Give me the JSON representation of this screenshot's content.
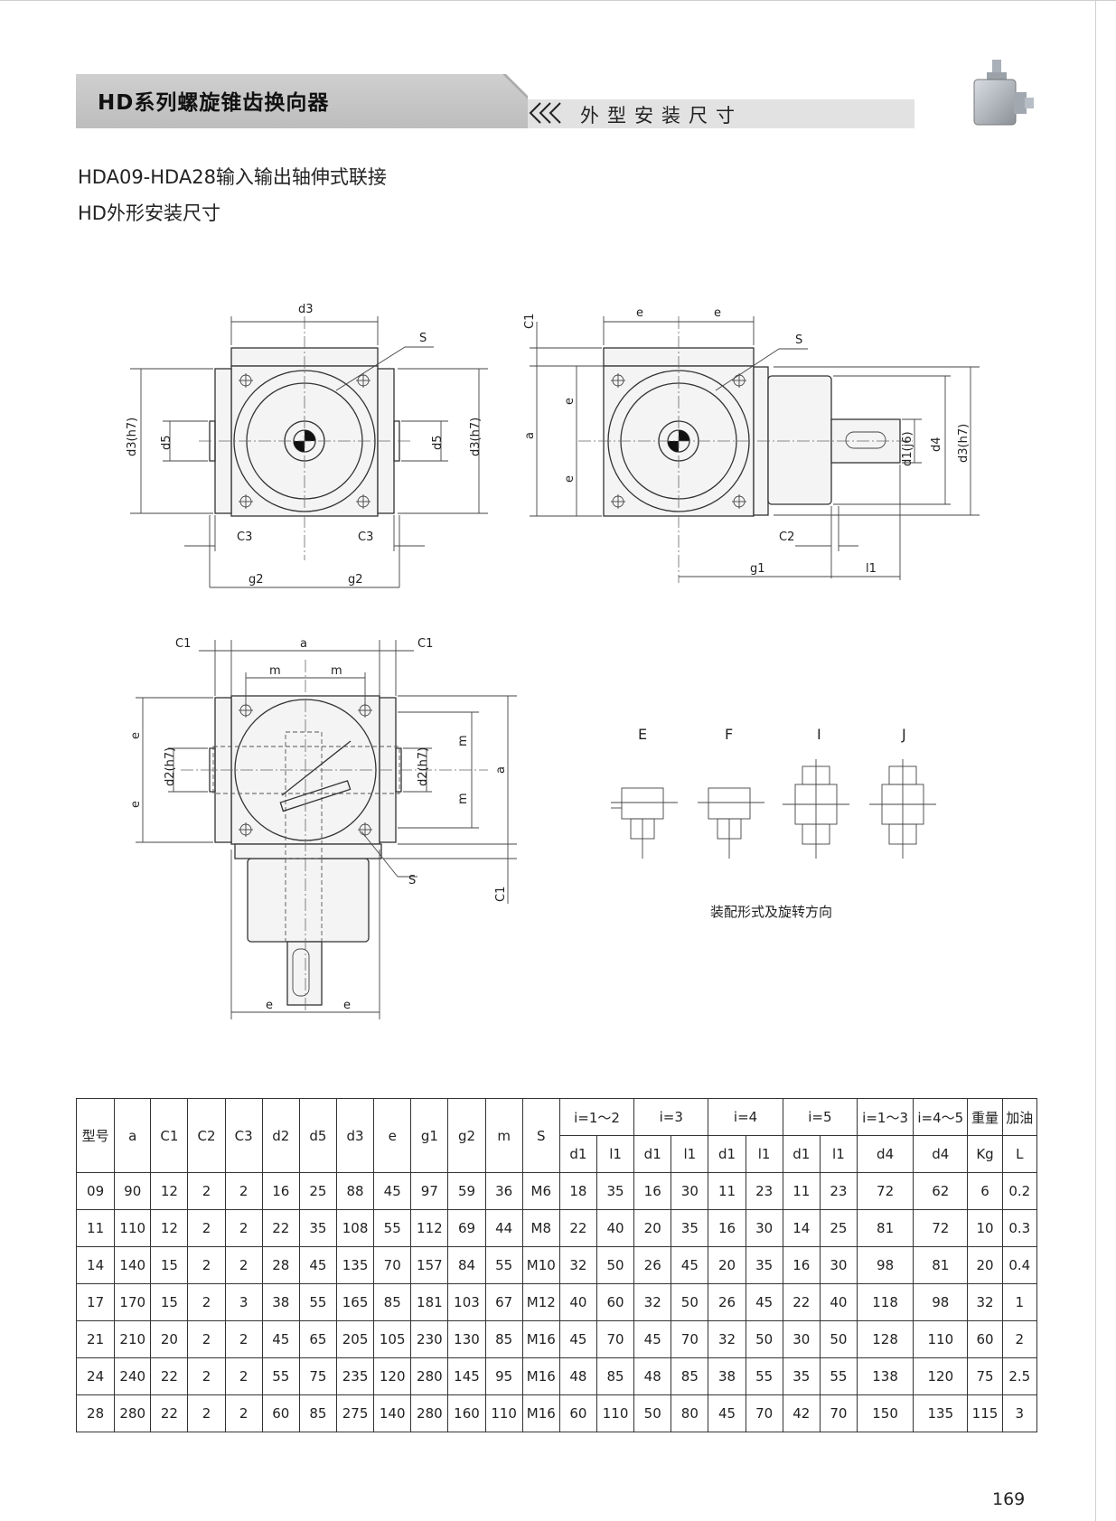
{
  "header": {
    "series_title": "HD系列螺旋锥齿换向器",
    "section_title": "外型安装尺寸"
  },
  "subtitle": {
    "line1": "HDA09-HDA28输入输出轴伸式联接",
    "line2": "HD外形安装尺寸"
  },
  "drawing_labels": {
    "d3": "d3",
    "d3h7": "d3(h7)",
    "d5": "d5",
    "S": "S",
    "C3": "C3",
    "g2": "g2",
    "C1": "C1",
    "e": "e",
    "a": "a",
    "d1j6": "d1(j6)",
    "d4": "d4",
    "C2": "C2",
    "g1": "g1",
    "l1": "l1",
    "m": "m",
    "d2h7": "d2(h7)"
  },
  "mounting": {
    "labels": [
      "E",
      "F",
      "I",
      "J"
    ],
    "caption": "装配形式及旋转方向"
  },
  "table": {
    "header_row1": [
      "型号",
      "a",
      "C1",
      "C2",
      "C3",
      "d2",
      "d5",
      "d3",
      "e",
      "g1",
      "g2",
      "m",
      "S",
      "i=1～2",
      "i=3",
      "i=4",
      "i=5",
      "i=1～3",
      "i=4～5",
      "重量",
      "加油"
    ],
    "header_row2": [
      "d1",
      "l1",
      "d1",
      "l1",
      "d1",
      "l1",
      "d1",
      "l1",
      "d4",
      "d4",
      "Kg",
      "L"
    ],
    "rows": [
      [
        "09",
        "90",
        "12",
        "2",
        "2",
        "16",
        "25",
        "88",
        "45",
        "97",
        "59",
        "36",
        "M6",
        "18",
        "35",
        "16",
        "30",
        "11",
        "23",
        "11",
        "23",
        "72",
        "62",
        "6",
        "0.2"
      ],
      [
        "11",
        "110",
        "12",
        "2",
        "2",
        "22",
        "35",
        "108",
        "55",
        "112",
        "69",
        "44",
        "M8",
        "22",
        "40",
        "20",
        "35",
        "16",
        "30",
        "14",
        "25",
        "81",
        "72",
        "10",
        "0.3"
      ],
      [
        "14",
        "140",
        "15",
        "2",
        "2",
        "28",
        "45",
        "135",
        "70",
        "157",
        "84",
        "55",
        "M10",
        "32",
        "50",
        "26",
        "45",
        "20",
        "35",
        "16",
        "30",
        "98",
        "81",
        "20",
        "0.4"
      ],
      [
        "17",
        "170",
        "15",
        "2",
        "3",
        "38",
        "55",
        "165",
        "85",
        "181",
        "103",
        "67",
        "M12",
        "40",
        "60",
        "32",
        "50",
        "26",
        "45",
        "22",
        "40",
        "118",
        "98",
        "32",
        "1"
      ],
      [
        "21",
        "210",
        "20",
        "2",
        "2",
        "45",
        "65",
        "205",
        "105",
        "230",
        "130",
        "85",
        "M16",
        "45",
        "70",
        "45",
        "70",
        "32",
        "50",
        "30",
        "50",
        "128",
        "110",
        "60",
        "2"
      ],
      [
        "24",
        "240",
        "22",
        "2",
        "2",
        "55",
        "75",
        "235",
        "120",
        "280",
        "145",
        "95",
        "M16",
        "48",
        "85",
        "48",
        "85",
        "38",
        "55",
        "35",
        "55",
        "138",
        "120",
        "75",
        "2.5"
      ],
      [
        "28",
        "280",
        "22",
        "2",
        "2",
        "60",
        "85",
        "275",
        "140",
        "280",
        "160",
        "110",
        "M16",
        "60",
        "110",
        "50",
        "80",
        "45",
        "70",
        "42",
        "70",
        "150",
        "135",
        "115",
        "3"
      ]
    ]
  },
  "page_number": "169"
}
